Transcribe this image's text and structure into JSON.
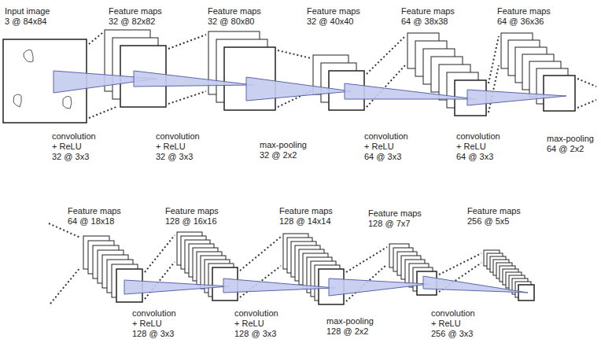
{
  "diagram": {
    "labels": [
      "Input image",
      "3 @ 84x84",
      "Feature maps",
      "32 @ 82x82",
      "Feature maps",
      "32 @ 80x80",
      "Feature maps",
      "32 @ 40x40",
      "Feature maps",
      "64 @ 38x38",
      "Feature maps",
      "64 @ 36x36",
      "convolution + ReLU",
      "32 @ 3x3",
      "convolution + ReLU",
      "32 @ 3x3",
      "max-pooling",
      "32 @ 2x2",
      "convolution + ReLU",
      "64 @ 3x3",
      "convolution + ReLU",
      "64 @ 3x3",
      "max-pooling",
      "64 @ 2x2",
      "Feature maps",
      "64 @ 18x18",
      "Feature maps",
      "128 @ 16x16",
      "Feature maps",
      "128 @ 14x14",
      "Feature maps",
      "128 @ 7x7",
      "Feature maps",
      "256 @ 5x5",
      "convolution + ReLU",
      "128 @ 3x3",
      "convolution + ReLU",
      "128 @ 3x3",
      "max-pooling",
      "128 @ 2x2",
      "convolution + ReLU",
      "256 @ 3x3"
    ]
  }
}
